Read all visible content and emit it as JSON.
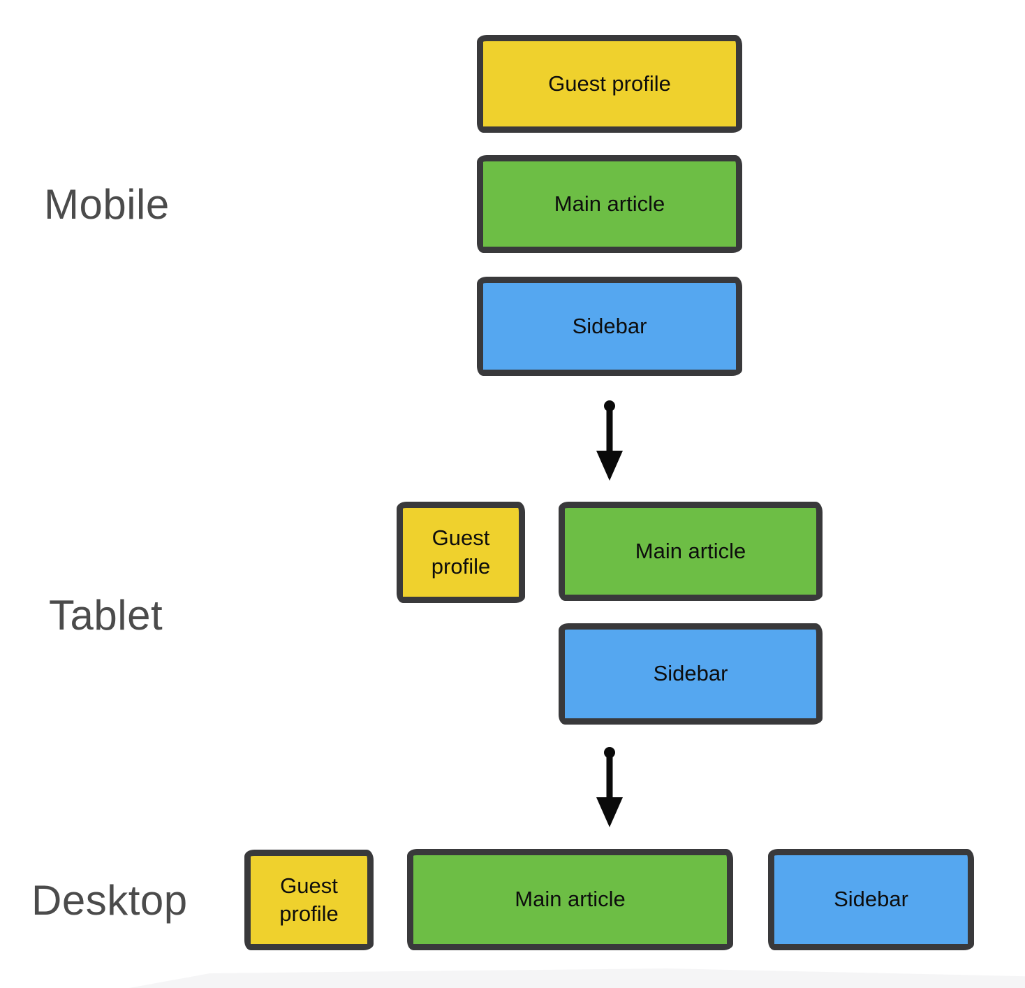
{
  "colors": {
    "yellow": "#EFD12D",
    "green": "#6DBE45",
    "blue": "#55A7F0",
    "stroke": "#39393B",
    "label_gray": "#4B4B4B",
    "arrow_black": "#0A0A0A",
    "page_edge": "#F5F5F6",
    "background": "#FFFFFF"
  },
  "sections": [
    {
      "label": "Mobile",
      "boxes": [
        {
          "label": "Guest profile"
        },
        {
          "label": "Main article"
        },
        {
          "label": "Sidebar"
        }
      ]
    },
    {
      "label": "Tablet",
      "boxes": [
        {
          "label": "Guest profile"
        },
        {
          "label": "Main article"
        },
        {
          "label": "Sidebar"
        }
      ]
    },
    {
      "label": "Desktop",
      "boxes": [
        {
          "label": "Guest profile"
        },
        {
          "label": "Main article"
        },
        {
          "label": "Sidebar"
        }
      ]
    }
  ]
}
